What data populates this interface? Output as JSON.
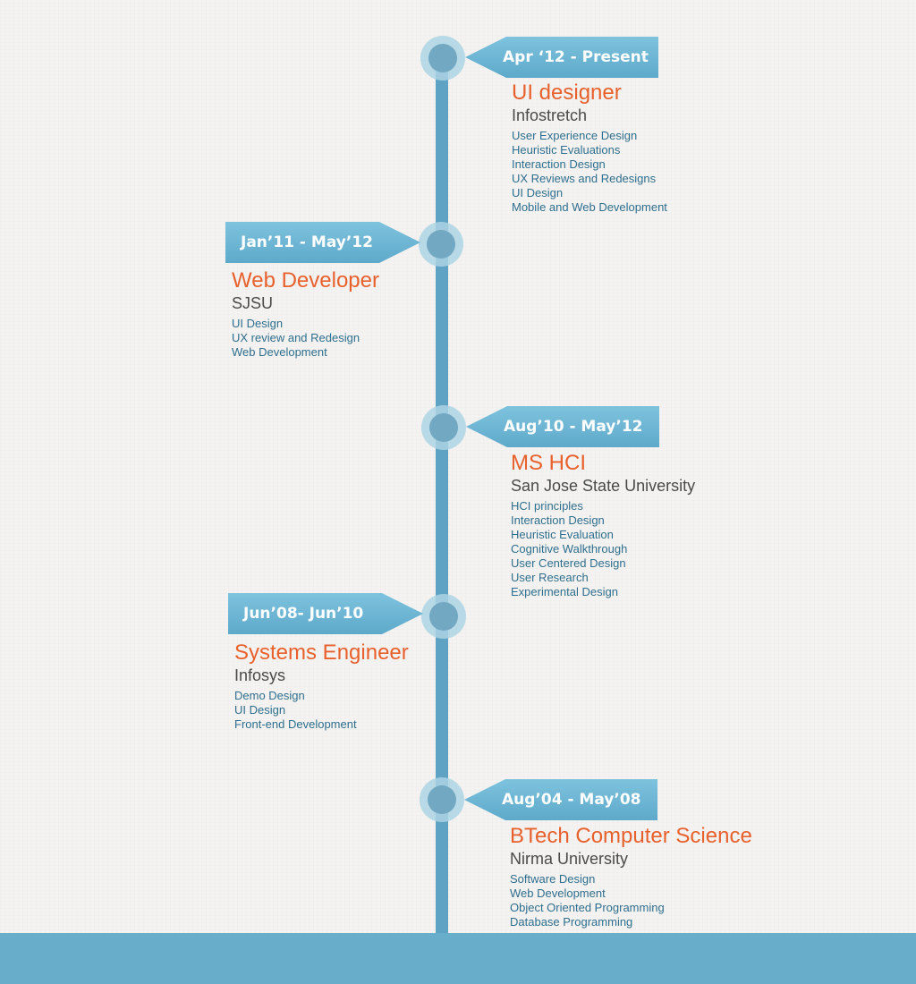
{
  "timeline": {
    "entries": [
      {
        "date": "Apr ‘12 - Present",
        "title": "UI designer",
        "org": "Infostretch",
        "skills": [
          "User Experience Design",
          "Heuristic Evaluations",
          "Interaction Design",
          "UX Reviews and Redesigns",
          "UI Design",
          "Mobile and Web Development"
        ]
      },
      {
        "date": "Jan’11 - May’12",
        "title": "Web Developer",
        "org": "SJSU",
        "skills": [
          "UI Design",
          "UX review and Redesign",
          "Web Development"
        ]
      },
      {
        "date": "Aug’10 - May’12",
        "title": "MS HCI",
        "org": "San Jose State University",
        "skills": [
          "HCI principles",
          "Interaction Design",
          "Heuristic Evaluation",
          "Cognitive Walkthrough",
          "User Centered Design",
          "User Research",
          "Experimental Design"
        ]
      },
      {
        "date": "Jun’08- Jun’10",
        "title": "Systems Engineer",
        "org": "Infosys",
        "skills": [
          "Demo Design",
          "UI Design",
          "Front-end Development"
        ]
      },
      {
        "date": "Aug’04 - May’08",
        "title": "BTech Computer Science",
        "org": "Nirma University",
        "skills": [
          "Software Design",
          "Web Development",
          "Object Oriented Programming",
          "Database Programming"
        ]
      }
    ]
  },
  "colors": {
    "title": "#e8602c",
    "org": "#4a4a4a",
    "skill": "#2f6e8e",
    "timeline": "#5fa3c4",
    "footer": "#68aecb"
  }
}
